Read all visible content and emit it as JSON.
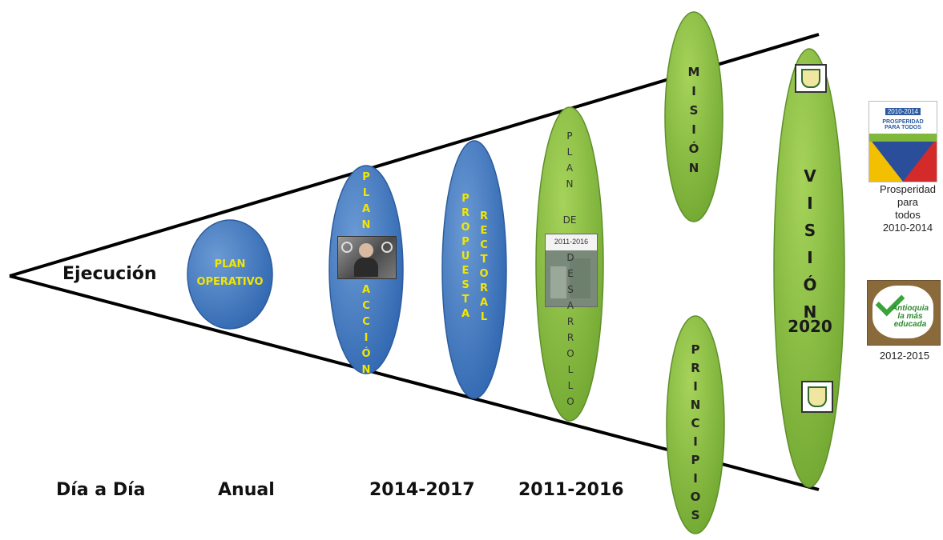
{
  "colors": {
    "blue_fill": "#4f81bd",
    "blue_dark": "#2f5f9f",
    "green_fill": "#8dbf45",
    "green_dark": "#5f8f2a",
    "yellow_text": "#f2e600"
  },
  "cone": {
    "apex_label": "Ejecución"
  },
  "plan_operativo": {
    "line1": "PLAN",
    "line2": "OPERATIVO"
  },
  "plan_accion": {
    "top_letters": [
      "P",
      "L",
      "A",
      "N"
    ],
    "bottom_letters": [
      "A",
      "C",
      "C",
      "I",
      "Ó",
      "N"
    ],
    "image_icon": "people-photo-icon"
  },
  "propuesta_rectoral": {
    "left_letters": [
      "P",
      "R",
      "O",
      "P",
      "U",
      "E",
      "S",
      "T",
      "A"
    ],
    "right_letters": [
      "R",
      "E",
      "C",
      "T",
      "O",
      "R",
      "A",
      "L"
    ]
  },
  "plan_desarrollo": {
    "plan_letters": [
      "P",
      "L",
      "A",
      "N"
    ],
    "de_word": "DE",
    "desarrollo_letters": [
      "D",
      "E",
      "S",
      "A",
      "R",
      "R",
      "O",
      "L",
      "L",
      "O"
    ],
    "thumb_text": "2011-2016",
    "image_icon": "plan-document-cover-icon"
  },
  "mision": {
    "letters": [
      "M",
      "I",
      "S",
      "I",
      "Ó",
      "N"
    ]
  },
  "principios": {
    "letters": [
      "P",
      "R",
      "I",
      "N",
      "C",
      "I",
      "P",
      "I",
      "O",
      "S"
    ]
  },
  "vision": {
    "letters": [
      "V",
      "I",
      "S",
      "I",
      "Ó",
      "N"
    ],
    "year": "2020",
    "shield_icon": "institution-shield-icon"
  },
  "side_panel": {
    "prosperidad_thumb_top": "2010-2014",
    "prosperidad_thumb_title": "PROSPERIDAD PARA TODOS",
    "prosperidad_caption": [
      "Prosperidad",
      "para",
      "todos",
      "2010-2014"
    ],
    "antioquia_thumb_text": [
      "Antioquia",
      "la más",
      "educada"
    ],
    "antioquia_caption": "2012-2015"
  },
  "timeline": {
    "labels": [
      "Día a Día",
      "Anual",
      "2014-2017",
      "2011-2016"
    ]
  }
}
